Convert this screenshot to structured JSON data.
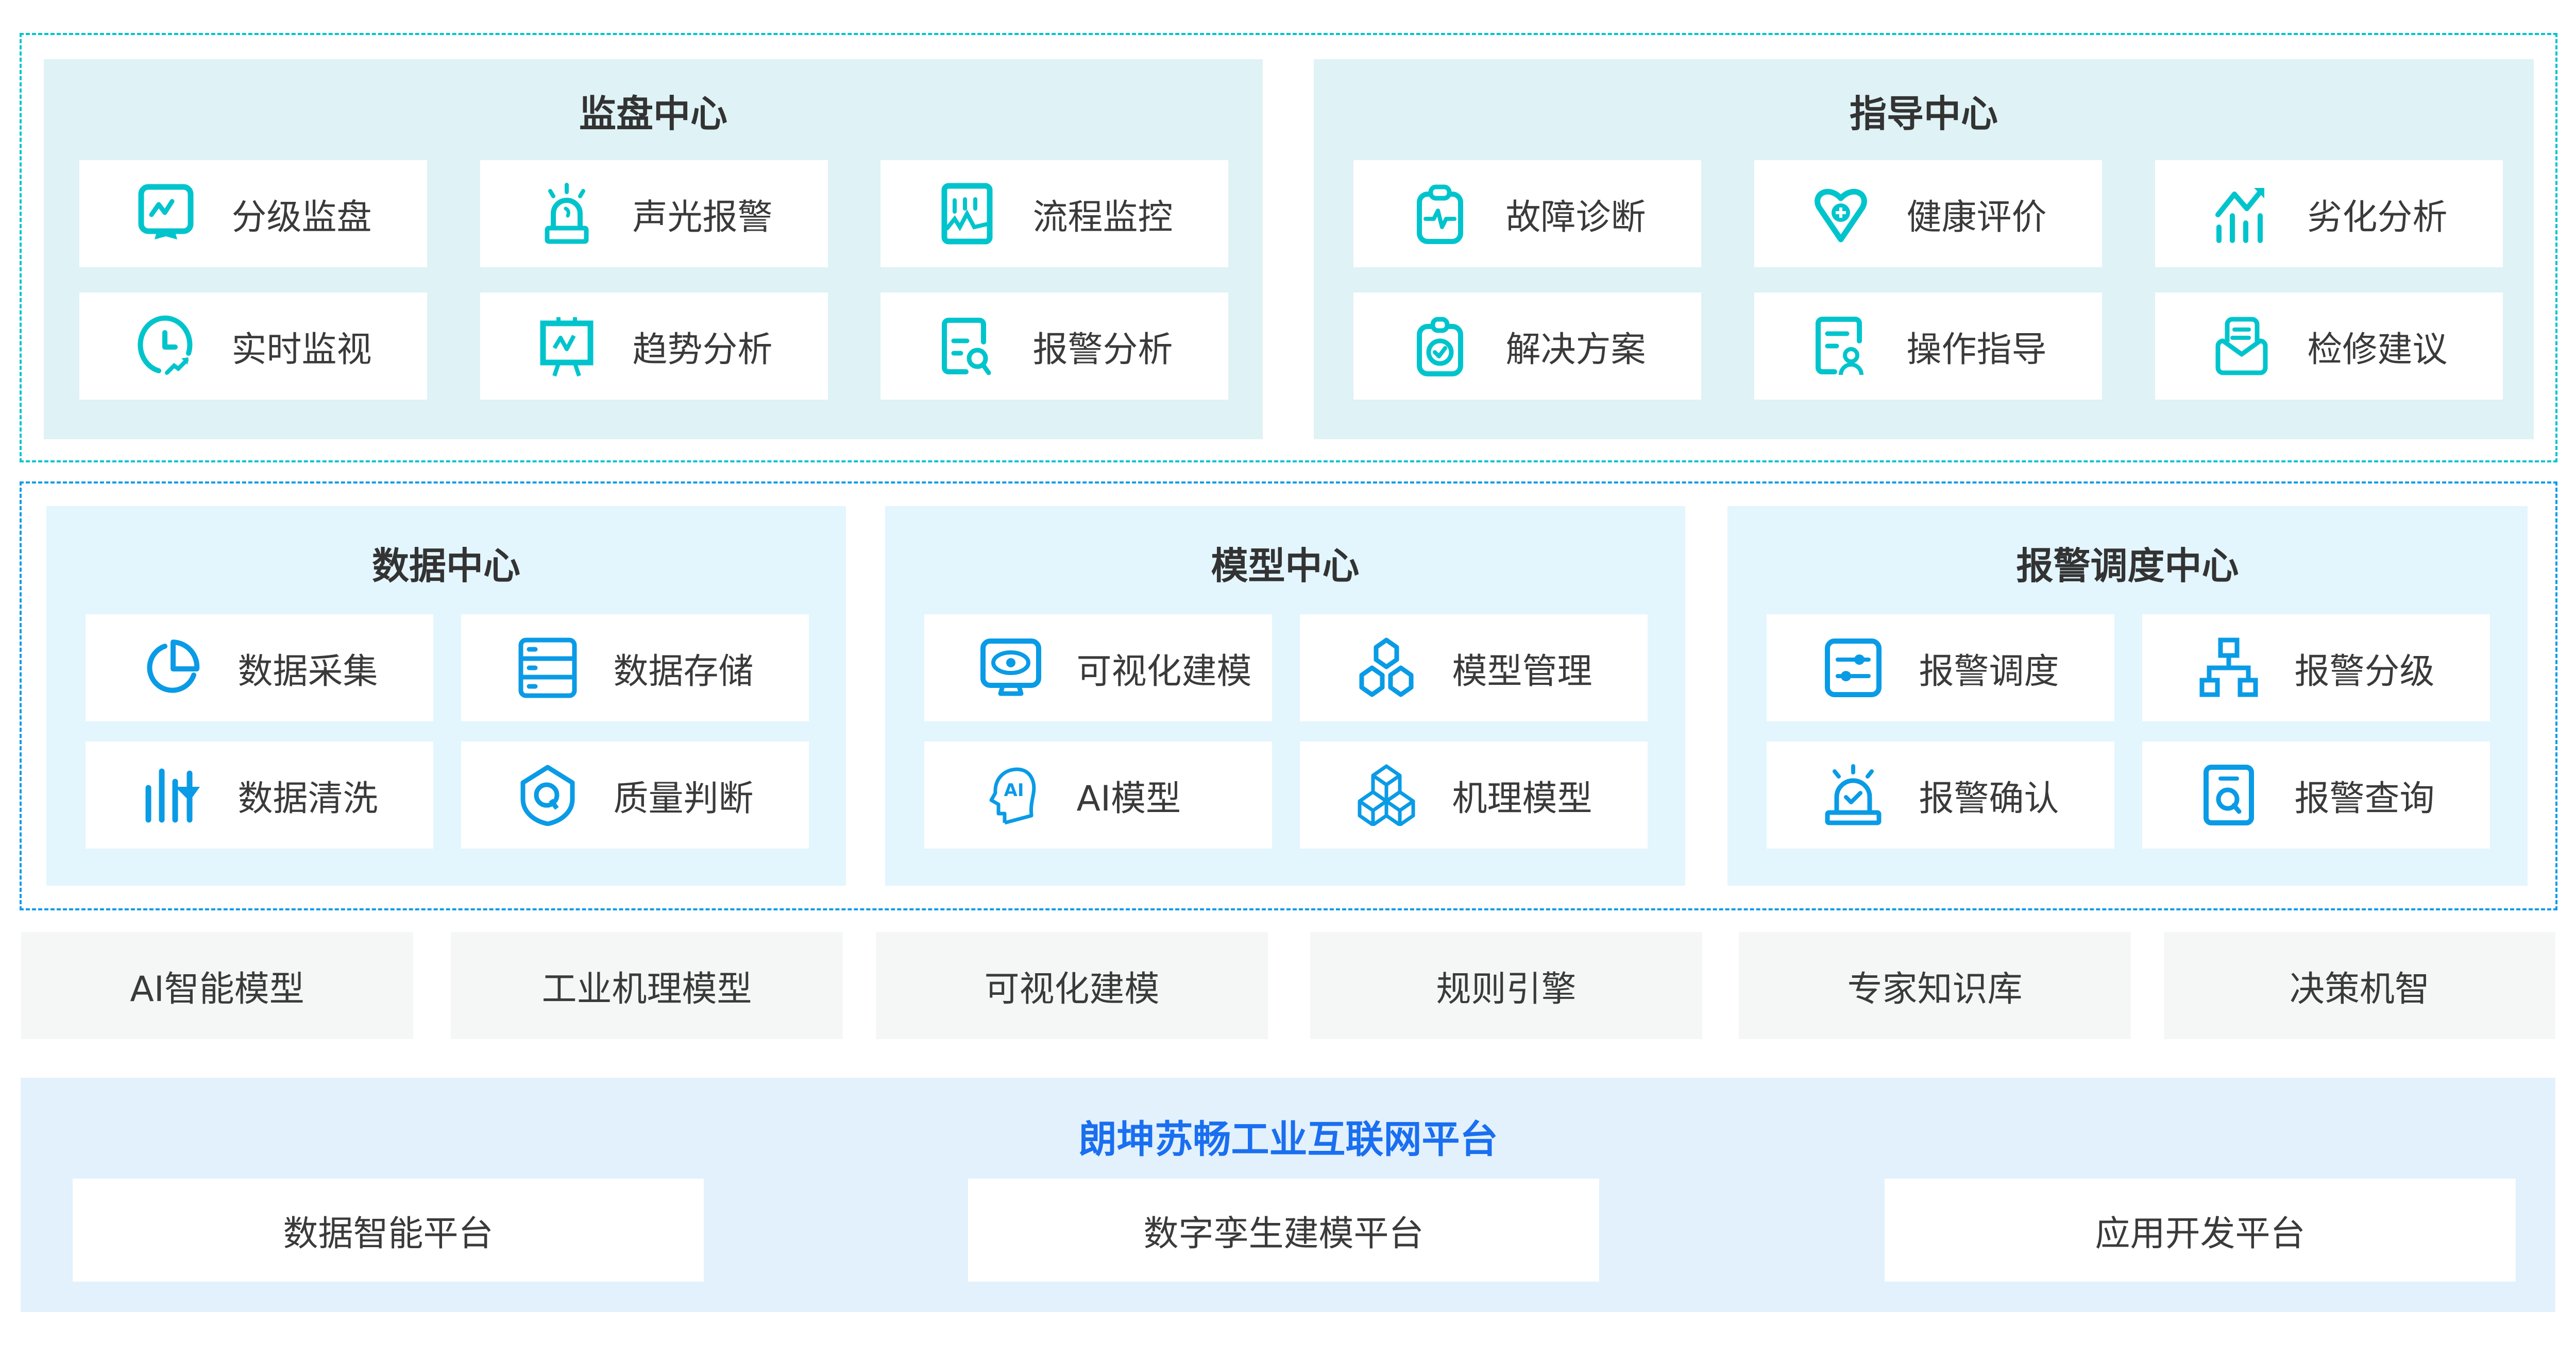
{
  "colors": {
    "teal_accent": "#00c4cc",
    "blue_accent": "#0a9be6",
    "teal_panel_bg": "#dff2f5",
    "blue_panel_bg": "#e3f5fd",
    "tech_bar_bg": "#f5f7f7",
    "platform_bg": "#e3f1fd",
    "platform_title": "#1a6ff0",
    "text": "#3a3a3a"
  },
  "top_section": {
    "monitor_center": {
      "title": "监盘中心",
      "items": [
        {
          "label": "分级监盘",
          "icon": "monitor-chart-icon"
        },
        {
          "label": "声光报警",
          "icon": "alarm-light-icon"
        },
        {
          "label": "流程监控",
          "icon": "process-monitor-icon"
        },
        {
          "label": "实时监视",
          "icon": "clock-trend-icon"
        },
        {
          "label": "趋势分析",
          "icon": "easel-chart-icon"
        },
        {
          "label": "报警分析",
          "icon": "doc-search-icon"
        }
      ]
    },
    "guide_center": {
      "title": "指导中心",
      "items": [
        {
          "label": "故障诊断",
          "icon": "clipboard-pulse-icon"
        },
        {
          "label": "健康评价",
          "icon": "heart-plus-icon"
        },
        {
          "label": "劣化分析",
          "icon": "bar-trend-icon"
        },
        {
          "label": "解决方案",
          "icon": "clipboard-check-icon"
        },
        {
          "label": "操作指导",
          "icon": "doc-user-icon"
        },
        {
          "label": "检修建议",
          "icon": "envelope-doc-icon"
        }
      ]
    }
  },
  "middle_section": {
    "data_center": {
      "title": "数据中心",
      "items": [
        {
          "label": "数据采集",
          "icon": "pie-chart-icon"
        },
        {
          "label": "数据存储",
          "icon": "server-stack-icon"
        },
        {
          "label": "数据清洗",
          "icon": "filter-bars-icon"
        },
        {
          "label": "质量判断",
          "icon": "shield-q-icon"
        }
      ]
    },
    "model_center": {
      "title": "模型中心",
      "items": [
        {
          "label": "可视化建模",
          "icon": "monitor-eye-icon"
        },
        {
          "label": "模型管理",
          "icon": "hexagons-icon"
        },
        {
          "label": "AI模型",
          "icon": "ai-head-icon"
        },
        {
          "label": "机理模型",
          "icon": "cubes-icon"
        }
      ]
    },
    "alarm_center": {
      "title": "报警调度中心",
      "items": [
        {
          "label": "报警调度",
          "icon": "sliders-icon"
        },
        {
          "label": "报警分级",
          "icon": "hierarchy-icon"
        },
        {
          "label": "报警确认",
          "icon": "alarm-check-icon"
        },
        {
          "label": "报警查询",
          "icon": "doc-query-icon"
        }
      ]
    }
  },
  "tech_bar": [
    "AI智能模型",
    "工业机理模型",
    "可视化建模",
    "规则引擎",
    "专家知识库",
    "决策机智"
  ],
  "platform": {
    "title": "朗坤苏畅工业互联网平台",
    "items": [
      "数据智能平台",
      "数字孪生建模平台",
      "应用开发平台"
    ]
  }
}
